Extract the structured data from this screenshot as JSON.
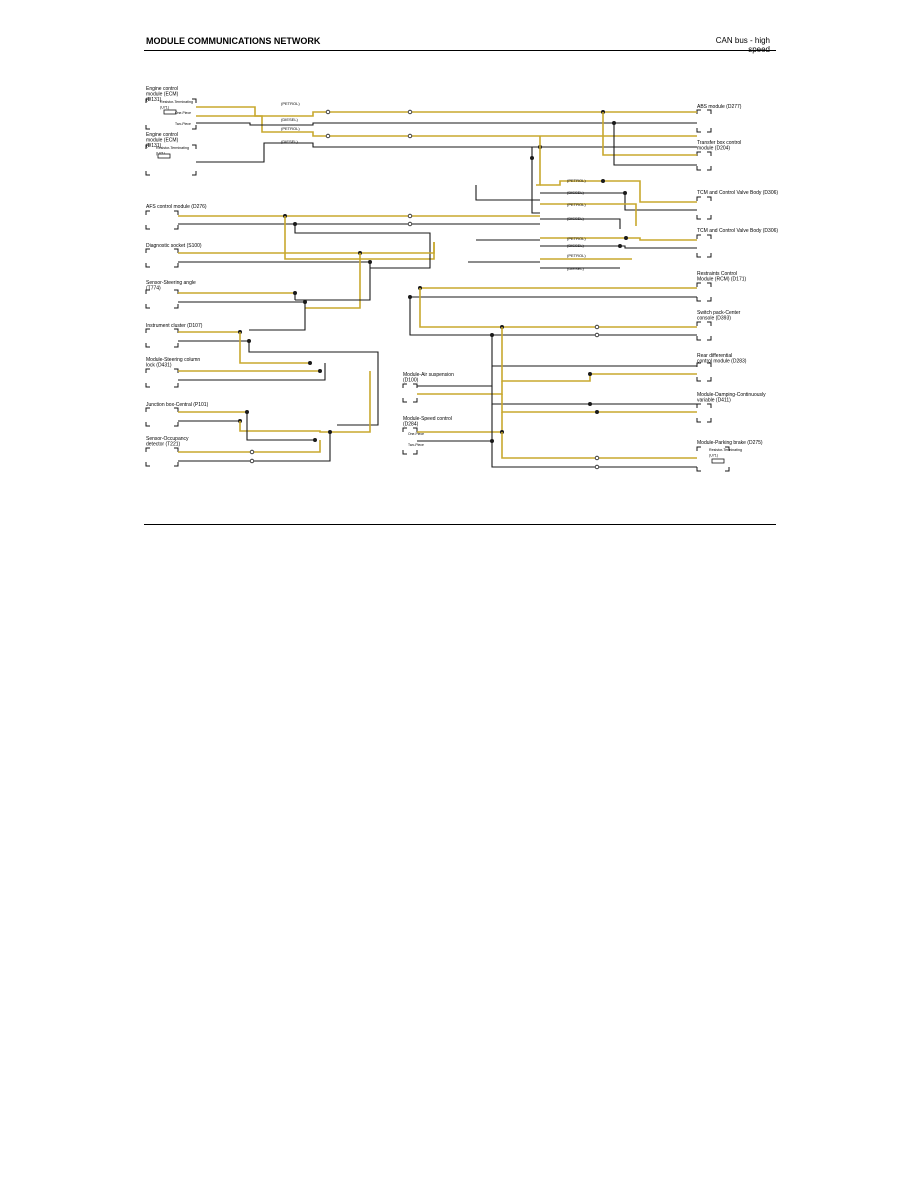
{
  "header": {
    "title": "MODULE COMMUNICATIONS NETWORK",
    "subtitle": "CAN bus - high speed"
  },
  "colors": {
    "can_high": "#c8a82e",
    "can_low": "#1a1a1a",
    "connector": "#000000"
  },
  "modules": {
    "ecm_petrol": "Engine control module (ECM) (D131)",
    "ecm_diesel": "Engine control module (ECM) (D131)",
    "resistor_terminating_1": "Resistor-Terminating (U71)",
    "resistor_terminating_2": "Resistor-Terminating (U71)",
    "afs": "AFS control module (D276)",
    "diag_socket": "Diagnostic socket (S100)",
    "steering_angle": "Sensor-Steering angle (T774)",
    "instrument_cluster": "Instrument cluster (D107)",
    "steering_column": "Module-Steering column lock (D431)",
    "junction_box": "Junction box-Central (P101)",
    "occupancy": "Sensor-Occupancy detector (T221)",
    "abs": "ABS module (D277)",
    "transfer_box": "Transfer box control module (D204)",
    "tcm_1": "TCM and Control Valve Body (D306)",
    "tcm_2": "TCM and Control Valve Body (D306)",
    "restraints": "Restraints Control Module (RCM) (D171)",
    "switch_pack": "Switch pack-Center console (D393)",
    "rear_diff": "Rear differential control module (D283)",
    "air_susp": "Module-Air suspension (D100)",
    "damping": "Module-Damping-Continuously variable (D411)",
    "speed_control": "Module-Speed control (D284)",
    "parking_brake": "Module-Parking brake (D275)",
    "resistor_terminating_3": "Resistor-Terminating (U71)"
  },
  "tags": {
    "petrol": "(PETROL)",
    "diesel": "(DIESEL)",
    "one_piece": "One-Piece",
    "two_piece": "Two-Piece"
  }
}
